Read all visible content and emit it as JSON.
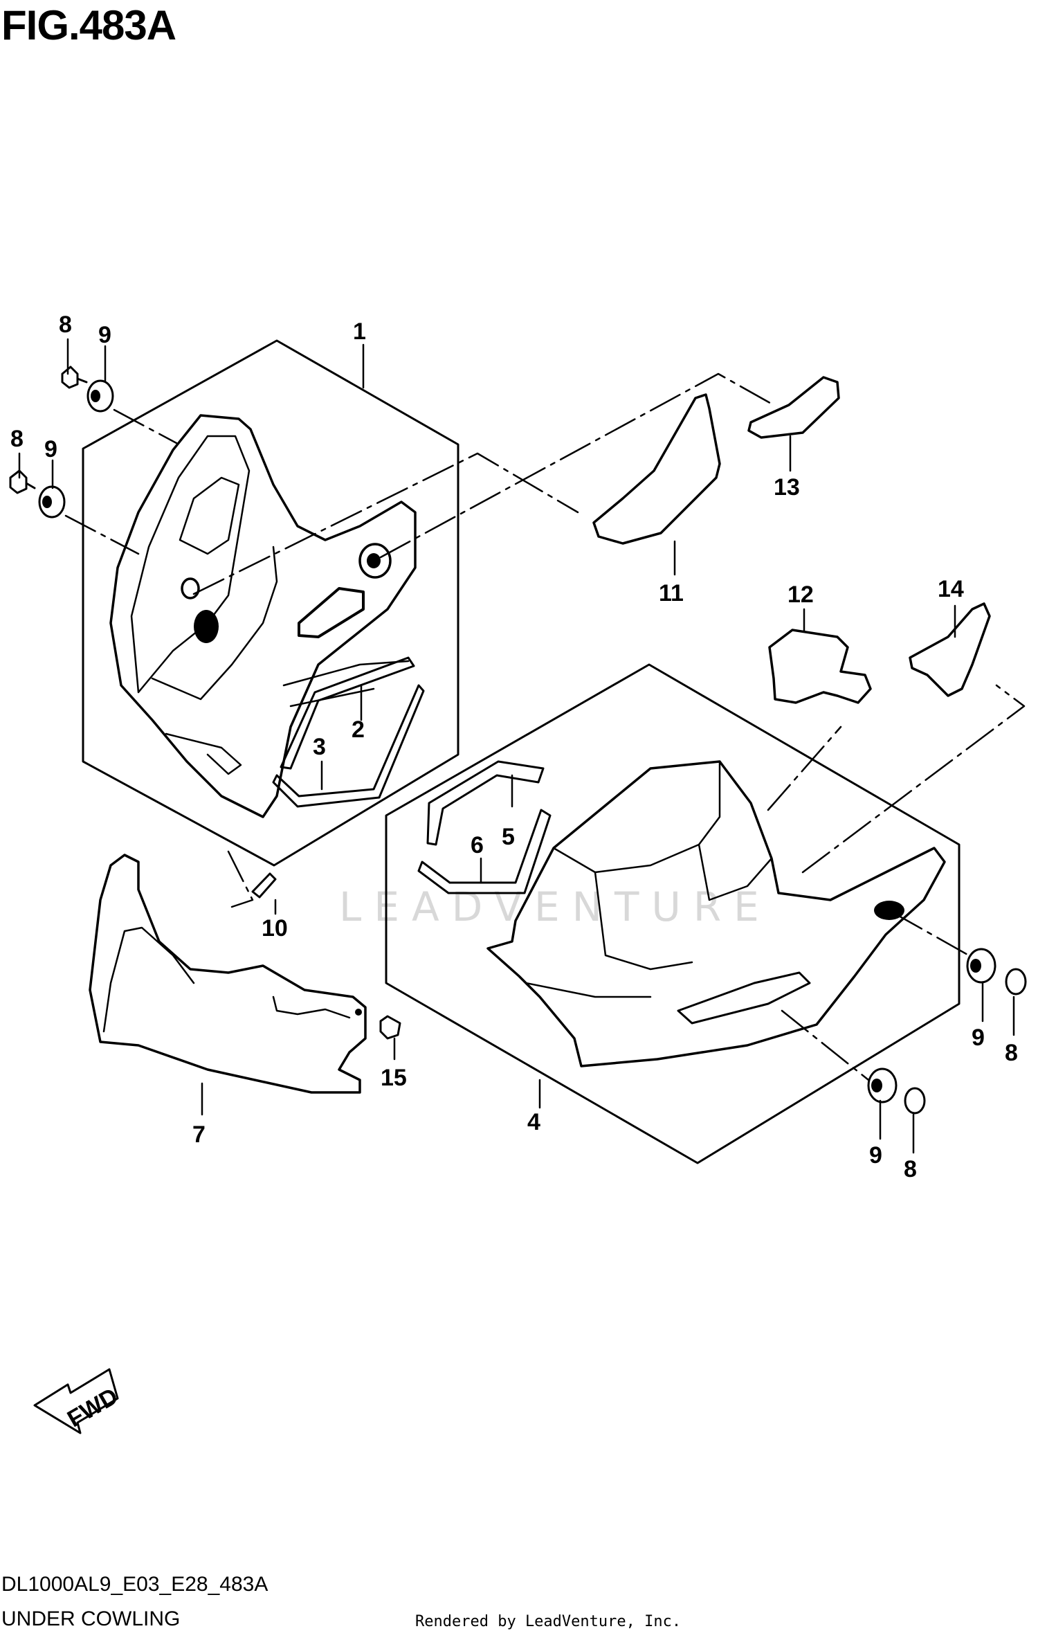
{
  "figure": {
    "title": "FIG.483A",
    "model_code": "DL1000AL9_E03_E28_483A",
    "name": "UNDER COWLING"
  },
  "footer": {
    "rendered_by": "Rendered by LeadVenture, Inc."
  },
  "watermark": "LEADVENTURE",
  "direction_label": "FWD",
  "callouts": [
    "1",
    "2",
    "3",
    "4",
    "5",
    "6",
    "7",
    "8",
    "9",
    "10",
    "11",
    "12",
    "13",
    "14",
    "15"
  ]
}
